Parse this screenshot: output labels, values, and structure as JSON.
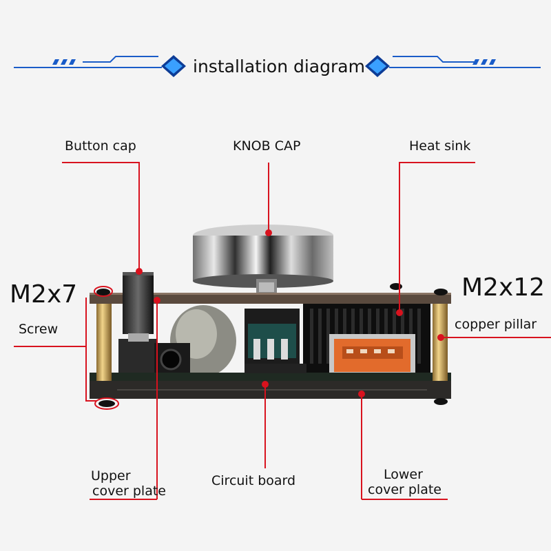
{
  "header": {
    "title": "installation diagram"
  },
  "labels": {
    "button_cap": "Button cap",
    "knob_cap": "KNOB CAP",
    "heat_sink": "Heat sink",
    "m2x7": "M2x7",
    "screw": "Screw",
    "m2x12": "M2x12",
    "copper_pillar": "copper pillar",
    "upper_cover_1": "Upper",
    "upper_cover_2": "cover plate",
    "circuit_board": "Circuit board",
    "lower_cover_1": "Lower",
    "lower_cover_2": "cover plate"
  },
  "colors": {
    "accent_blue": "#1a5cc8",
    "leader_red": "#d8121e",
    "text": "#111111"
  }
}
